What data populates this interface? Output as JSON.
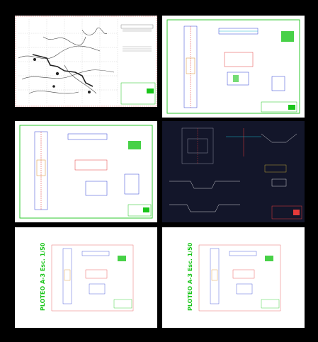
{
  "sheets": [
    {
      "id": "sheet-1",
      "kind": "location-map",
      "theme": "white"
    },
    {
      "id": "sheet-2",
      "kind": "structural-detail",
      "theme": "white"
    },
    {
      "id": "sheet-3",
      "kind": "structural-detail",
      "theme": "white"
    },
    {
      "id": "sheet-4",
      "kind": "structural-detail",
      "theme": "dark"
    },
    {
      "id": "sheet-5",
      "kind": "plot-layout",
      "theme": "white",
      "vertical_label": "PLOTEO A-3  Esc. 1/50"
    },
    {
      "id": "sheet-6",
      "kind": "plot-layout",
      "theme": "white",
      "vertical_label": "PLOTEO A-3  Esc. 1/50"
    }
  ],
  "colors": {
    "background": "#000000",
    "paper": "#ffffff",
    "dark_paper": "#13162a",
    "frame_green": "#19c519",
    "frame_red": "#e53a3a",
    "linework_blue": "#2c3fd1",
    "linework_cyan": "#19b6c9"
  }
}
